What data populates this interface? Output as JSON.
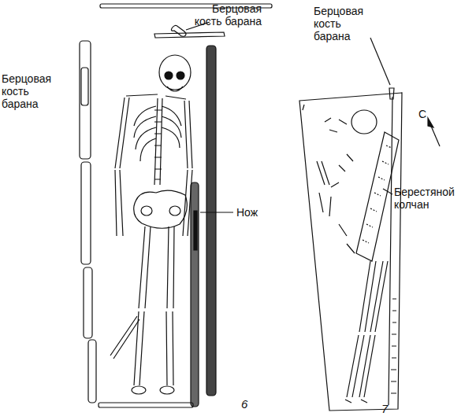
{
  "diagram": {
    "labels": [
      "Берцовая кость барана",
      "Берцовая кость барана",
      "Нож",
      "Берцовая кость барана",
      "С",
      "Берестяной колчан",
      "6",
      "7"
    ]
  }
}
